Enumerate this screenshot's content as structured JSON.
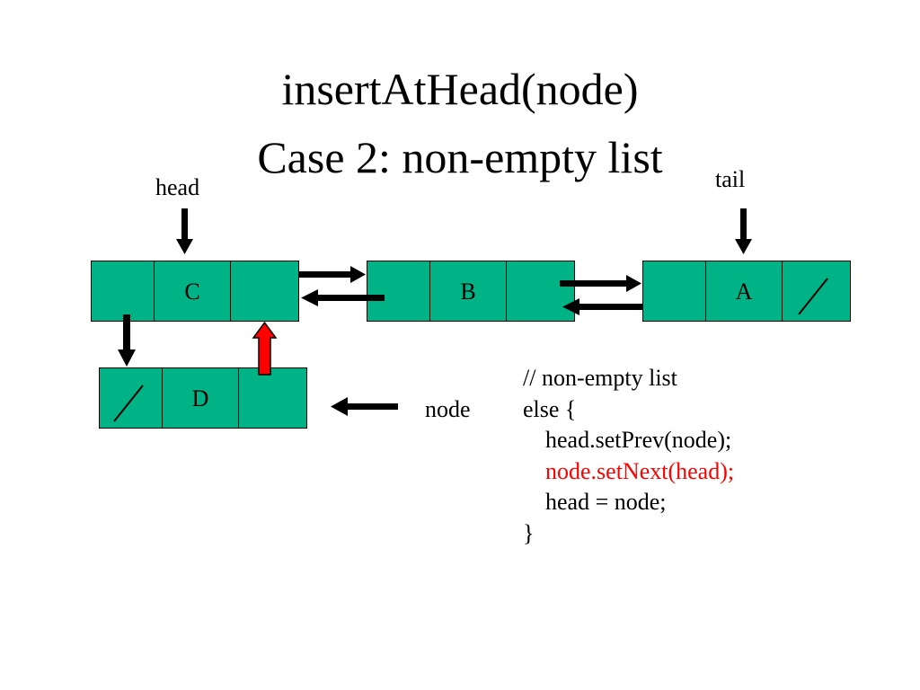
{
  "title": {
    "line1": "insertAtHead(node)",
    "line2": "Case 2: non-empty list"
  },
  "labels": {
    "head": "head",
    "tail": "tail",
    "node": "node"
  },
  "nodes": {
    "c": "C",
    "b": "B",
    "a": "A",
    "d": "D"
  },
  "code": {
    "line1": "// non-empty list",
    "line2": "else {",
    "line3": "head.setPrev(node);",
    "line4": "node.setNext(head);",
    "line5": "head = node;",
    "line6": "}"
  },
  "colors": {
    "node_fill": "#00b386",
    "highlight": "#ff0000",
    "arrow": "#000000"
  }
}
